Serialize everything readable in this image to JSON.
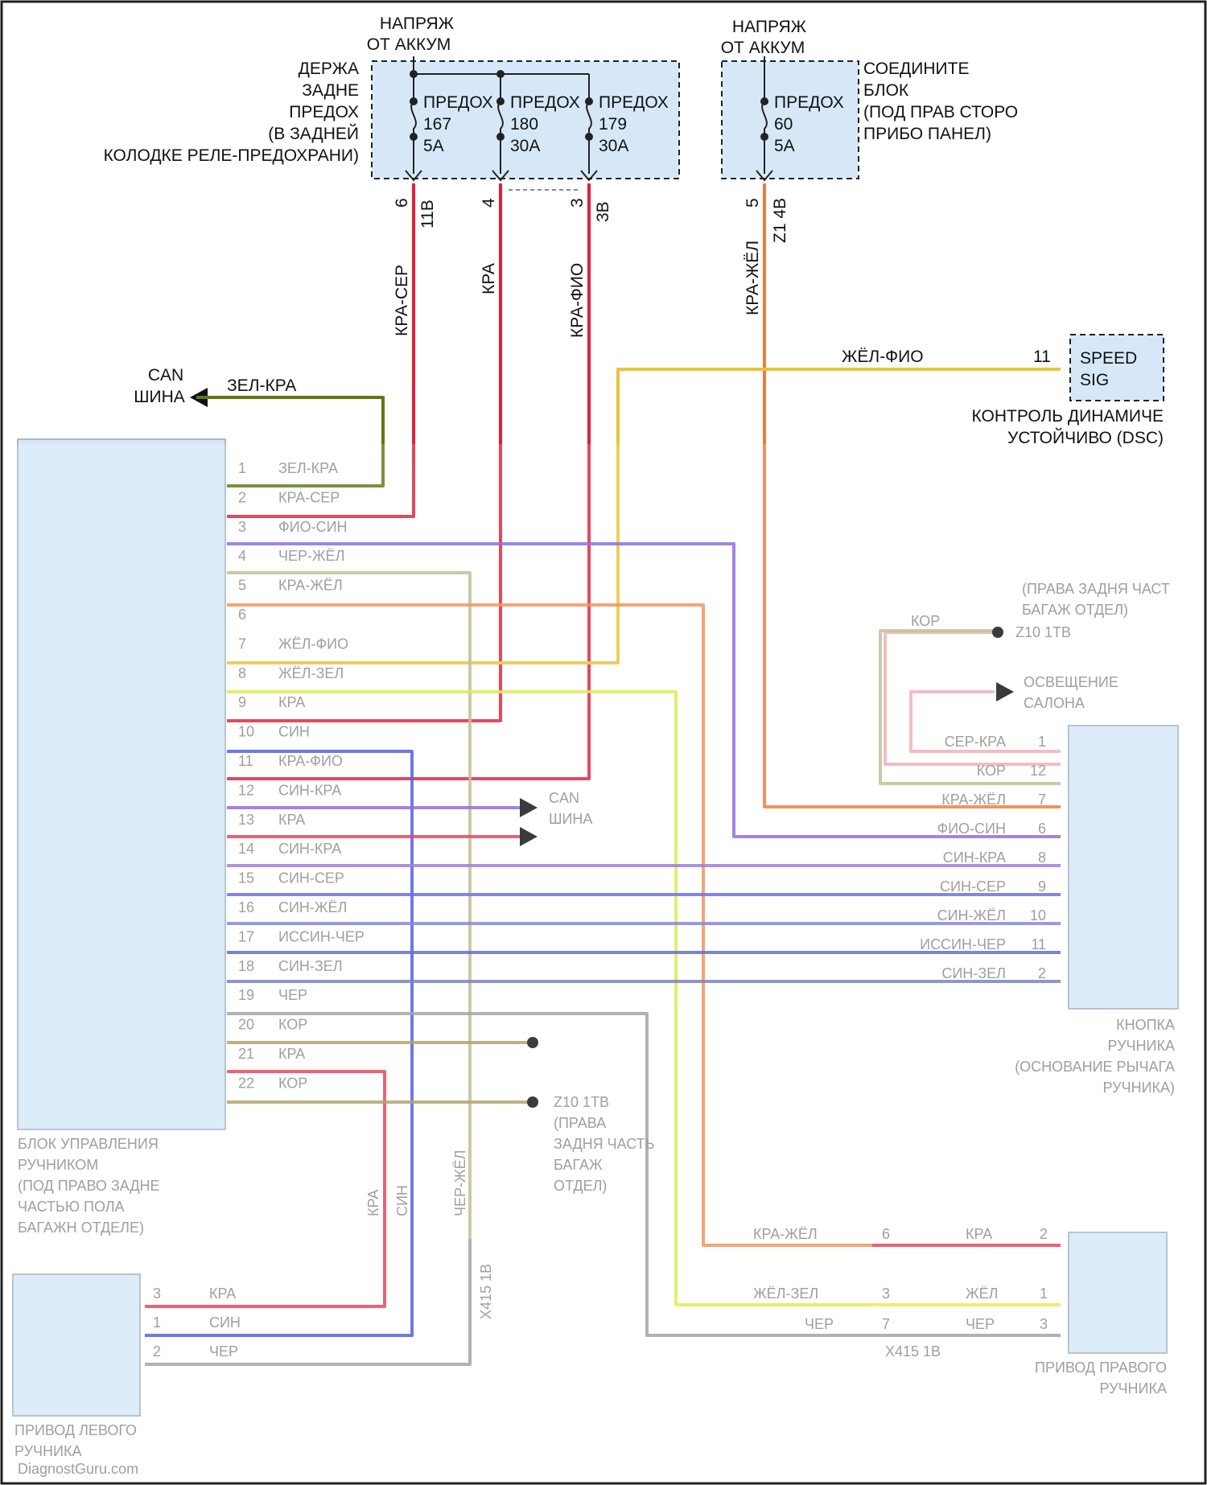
{
  "top": {
    "batt1": [
      "НАПРЯЖ",
      "ОТ АККУМ"
    ],
    "batt2": [
      "НАПРЯЖ",
      "ОТ АККУМ"
    ],
    "holder_label": [
      "ДЕРЖА",
      "ЗАДНЕ",
      "ПРЕДОХ",
      "(В ЗАДНЕЙ",
      "КОЛОДКЕ РЕЛЕ-ПРЕДОХРАНИ)"
    ],
    "joint_label": [
      "СОЕДИНИТЕ",
      "БЛОК",
      "(ПОД ПРАВ СТОРО",
      "ПРИБО ПАНЕЛ)"
    ],
    "fuses": [
      {
        "name": "ПРЕДОХ",
        "num": "167",
        "amp": "5A",
        "pin": "6",
        "conn": "11B",
        "wire": "КРА-СЕР"
      },
      {
        "name": "ПРЕДОХ",
        "num": "180",
        "amp": "30A",
        "pin": "4",
        "conn": "",
        "wire": "КРА"
      },
      {
        "name": "ПРЕДОХ",
        "num": "179",
        "amp": "30A",
        "pin": "3",
        "conn": "3B",
        "wire": "КРА-ФИО"
      },
      {
        "name": "ПРЕДОХ",
        "num": "60",
        "amp": "5A",
        "pin": "5",
        "conn": "Z1 4B",
        "wire": "КРА-ЖЁЛ"
      }
    ]
  },
  "can_bus": {
    "label": [
      "CAN",
      "ШИНА"
    ],
    "wire": "ЗЕЛ-КРА"
  },
  "speed": {
    "wire": "ЖЁЛ-ФИО",
    "pin": "11",
    "box": [
      "SPEED",
      "SIG"
    ],
    "caption": [
      "КОНТРОЛЬ ДИНАМИЧЕ",
      "УСТОЙЧИВО (DSC)"
    ]
  },
  "module_pins": [
    {
      "pin": "1",
      "wire": "ЗЕЛ-КРА"
    },
    {
      "pin": "2",
      "wire": "КРА-СЕР"
    },
    {
      "pin": "3",
      "wire": "ФИО-СИН"
    },
    {
      "pin": "4",
      "wire": "ЧЕР-ЖЁЛ"
    },
    {
      "pin": "5",
      "wire": "КРА-ЖЁЛ"
    },
    {
      "pin": "6",
      "wire": ""
    },
    {
      "pin": "7",
      "wire": "ЖЁЛ-ФИО"
    },
    {
      "pin": "8",
      "wire": "ЖЁЛ-ЗЕЛ"
    },
    {
      "pin": "9",
      "wire": "КРА"
    },
    {
      "pin": "10",
      "wire": "СИН"
    },
    {
      "pin": "11",
      "wire": "КРА-ФИО"
    },
    {
      "pin": "12",
      "wire": "СИН-КРА"
    },
    {
      "pin": "13",
      "wire": "КРА"
    },
    {
      "pin": "14",
      "wire": "СИН-КРА"
    },
    {
      "pin": "15",
      "wire": "СИН-СЕР"
    },
    {
      "pin": "16",
      "wire": "СИН-ЖЁЛ"
    },
    {
      "pin": "17",
      "wire": "ИССИН-ЧЕР"
    },
    {
      "pin": "18",
      "wire": "СИН-ЗЕЛ"
    },
    {
      "pin": "19",
      "wire": "ЧЕР"
    },
    {
      "pin": "20",
      "wire": "КОР"
    },
    {
      "pin": "21",
      "wire": "КРА"
    },
    {
      "pin": "22",
      "wire": "КОР"
    }
  ],
  "button_pins": [
    {
      "pin": "1",
      "wire": "СЕР-КРА"
    },
    {
      "pin": "12",
      "wire": "КОР"
    },
    {
      "pin": "7",
      "wire": "КРА-ЖЁЛ"
    },
    {
      "pin": "6",
      "wire": "ФИО-СИН"
    },
    {
      "pin": "8",
      "wire": "СИН-КРА"
    },
    {
      "pin": "9",
      "wire": "СИН-СЕР"
    },
    {
      "pin": "10",
      "wire": "СИН-ЖЁЛ"
    },
    {
      "pin": "11",
      "wire": "ИССИН-ЧЕР"
    },
    {
      "pin": "2",
      "wire": "СИН-ЗЕЛ"
    }
  ],
  "mid_can": [
    "CAN",
    "ШИНА"
  ],
  "ground_mid": [
    "Z10 1TB",
    "(ПРАВА",
    "ЗАДНЯ ЧАСТЬ",
    "БАГАЖ",
    "ОТДЕЛ)"
  ],
  "ground_right": {
    "wire": "КОР",
    "text": [
      "(ПРАВА ЗАДНЯ ЧАСТ",
      "БАГАЖ ОТДЕЛ)",
      "Z10 1TB"
    ]
  },
  "illum": [
    "ОСВЕЩЕНИЕ",
    "САЛОНА"
  ],
  "button_caption": [
    "КНОПКА",
    "РУЧНИКА",
    "(ОСНОВАНИЕ РЫЧАГА",
    "РУЧНИКА)"
  ],
  "module_caption": [
    "БЛОК УПРАВЛЕНИЯ",
    "РУЧНИКОМ",
    "(ПОД ПРАВО ЗАДНЕ",
    "ЧАСТЬЮ ПОЛА",
    "БАГАЖН ОТДЕЛЕ)"
  ],
  "left_act": {
    "caption": [
      "ПРИВОД ЛЕВОГО",
      "РУЧНИКА"
    ],
    "pins": [
      {
        "pin": "3",
        "wire": "КРА"
      },
      {
        "pin": "1",
        "wire": "СИН"
      },
      {
        "pin": "2",
        "wire": "ЧЕР"
      }
    ]
  },
  "right_act": {
    "caption": [
      "ПРИВОД ПРАВОГО",
      "РУЧНИКА"
    ],
    "pins": [
      {
        "pin": "2",
        "wire": "КРА"
      },
      {
        "pin": "1",
        "wire": "ЖЁЛ"
      },
      {
        "pin": "3",
        "wire": "ЧЕР"
      }
    ]
  },
  "right_conn": {
    "label": "X415 1B",
    "pins": [
      {
        "pin": "6",
        "wire": "КРА-ЖЁЛ"
      },
      {
        "pin": "3",
        "wire": "ЖЁЛ-ЗЕЛ"
      },
      {
        "pin": "7",
        "wire": "ЧЕР"
      }
    ]
  },
  "left_conn": {
    "label": "X415 1B",
    "vwires": [
      "КРА",
      "СИН",
      "ЧЕР-ЖЁЛ"
    ]
  },
  "watermark": "DiagnostGuru.com",
  "colors": {
    "red": "#e0203a",
    "green": "#5b7a12",
    "orange": "#f07c3a",
    "yellow": "#e8c43a",
    "violet": "#7a4ed8",
    "blue": "#3040e0",
    "olive": "#b8b080",
    "lime": "#d8e830",
    "pink": "#f0a0a8",
    "gray": "#909090",
    "brown": "#a09050",
    "box": "#d6e8f8"
  }
}
